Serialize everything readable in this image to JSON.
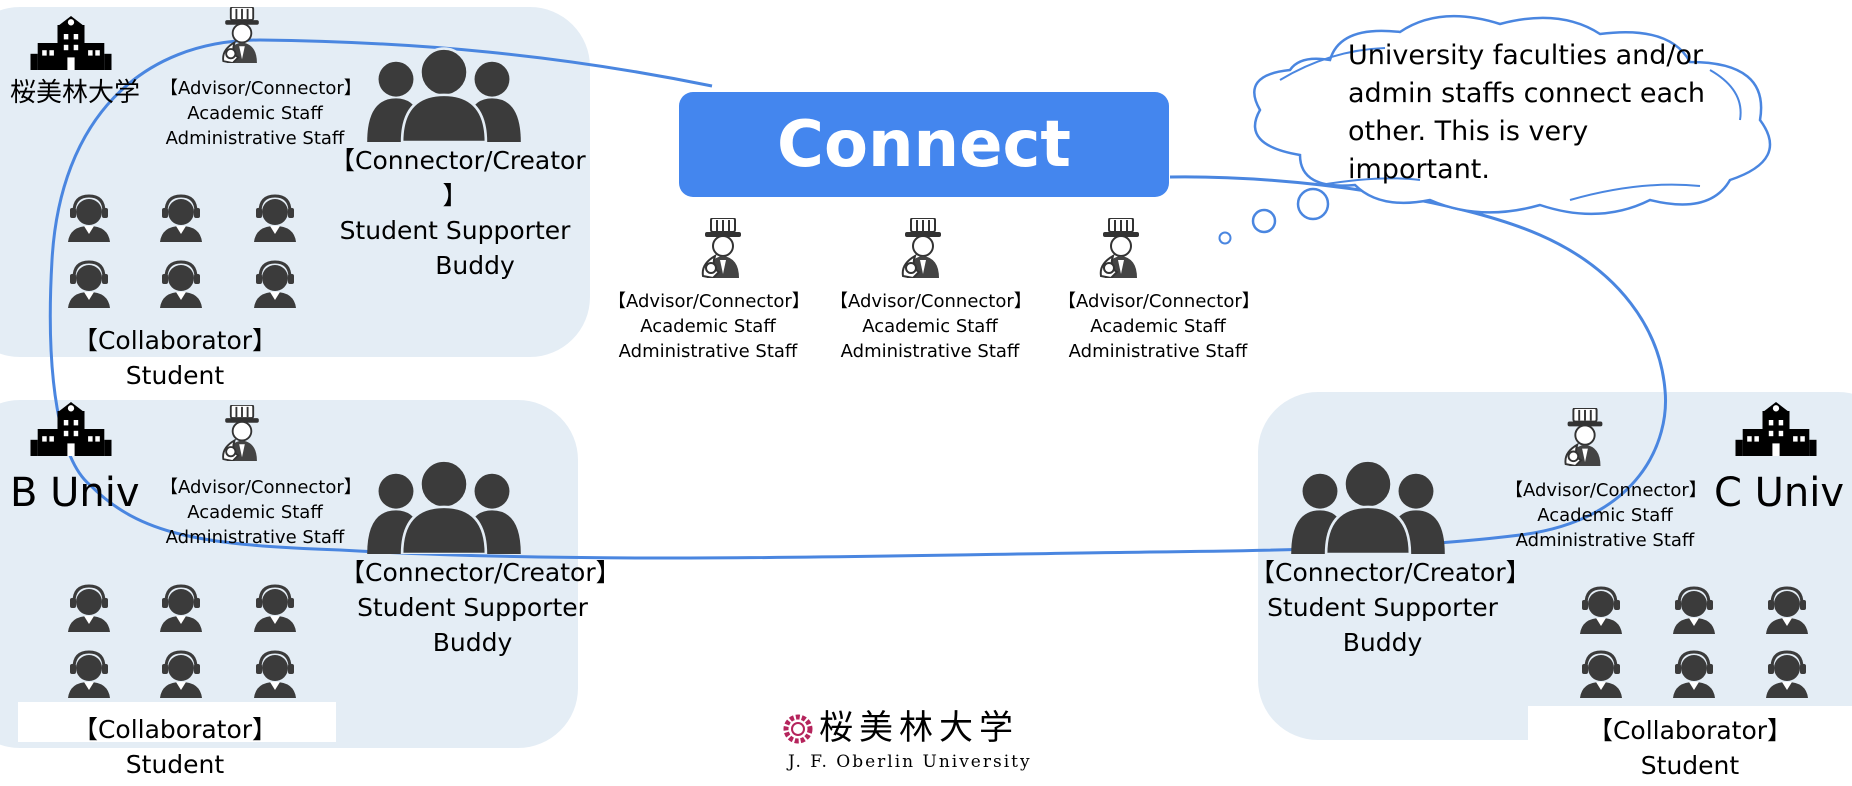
{
  "center": {
    "title": "Connect",
    "advisors": [
      {
        "role": "【Advisor/Connector】",
        "line1": "Academic Staff",
        "line2": "Administrative Staff"
      },
      {
        "role": "【Advisor/Connector】",
        "line1": "Academic Staff",
        "line2": "Administrative Staff"
      },
      {
        "role": "【Advisor/Connector】",
        "line1": "Academic Staff",
        "line2": "Administrative Staff"
      }
    ]
  },
  "thought_bubble": {
    "text": "University faculties and/or admin staffs connect each other. This is very important."
  },
  "panels": {
    "oberlin": {
      "univ_name": "桜美林大学",
      "advisor": {
        "role": "【Advisor/Connector】",
        "line1": "Academic Staff",
        "line2": "Administrative Staff"
      },
      "connector": {
        "role_a": "【Connector/Creator",
        "role_b": "】",
        "line1": "Student Supporter",
        "line2": "Buddy"
      },
      "collaborator": {
        "role": "【Collaborator】",
        "line1": "Student"
      }
    },
    "b_univ": {
      "univ_name": "B Univ",
      "advisor": {
        "role": "【Advisor/Connector】",
        "line1": "Academic Staff",
        "line2": "Administrative Staff"
      },
      "connector": {
        "role": "【Connector/Creator】",
        "line1": "Student Supporter",
        "line2": "Buddy"
      },
      "collaborator": {
        "role": "【Collaborator】",
        "line1": "Student"
      }
    },
    "c_univ": {
      "univ_name": "C Univ",
      "advisor": {
        "role": "【Advisor/Connector】",
        "line1": "Academic Staff",
        "line2": "Administrative Staff"
      },
      "connector": {
        "role": "【Connector/Creator】",
        "line1": "Student Supporter",
        "line2": "Buddy"
      },
      "collaborator": {
        "role": "【Collaborator】",
        "line1": "Student"
      }
    }
  },
  "footer_logo": {
    "name_jp": "桜美林大学",
    "name_en": "J. F. Oberlin University"
  },
  "colors": {
    "panel_bg": "#e4edf5",
    "accent_blue": "#4486ee",
    "icon_dark": "#3b3b3b",
    "logo_magenta": "#b5245c"
  },
  "icons": [
    "building-icon",
    "advisor-icon",
    "group-icon",
    "student-headset-icon",
    "thought-cloud-icon"
  ]
}
